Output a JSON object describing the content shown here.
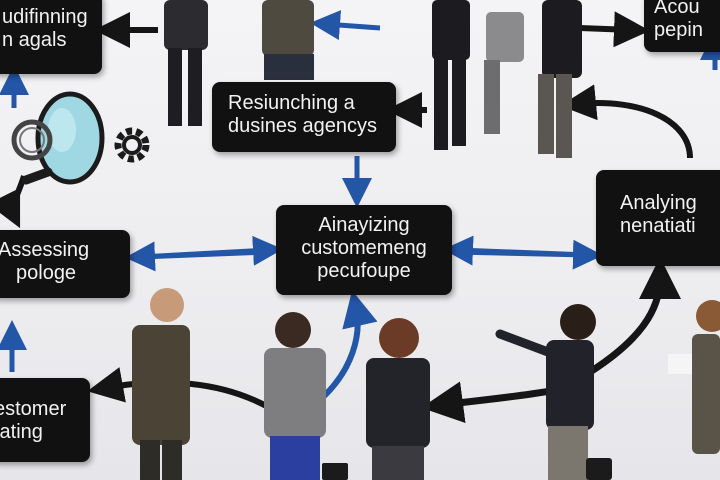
{
  "diagram": {
    "boxes": [
      {
        "id": "top-left",
        "lines": [
          "udifinning",
          "n agals"
        ]
      },
      {
        "id": "top-center",
        "lines": [
          "Resiunching a",
          "dusines agencys"
        ]
      },
      {
        "id": "top-right",
        "lines": [
          "Acou",
          "pepin"
        ]
      },
      {
        "id": "center",
        "lines": [
          "Ainayizing",
          "customemeng",
          "pecufoupe"
        ]
      },
      {
        "id": "mid-left",
        "lines": [
          "Assessing",
          "pologe"
        ]
      },
      {
        "id": "mid-right",
        "lines": [
          "Analying",
          "nenatiati"
        ]
      },
      {
        "id": "bottom-left",
        "lines": [
          "estomer",
          "tating"
        ]
      }
    ]
  },
  "colors": {
    "box_fill": "#111111",
    "arrow_blue": "#2456a8",
    "arrow_black": "#151515",
    "background": "#f0f0f2"
  },
  "icons": [
    "magnifier-icon",
    "ring-icon",
    "gear-icon"
  ],
  "people_count": 10
}
